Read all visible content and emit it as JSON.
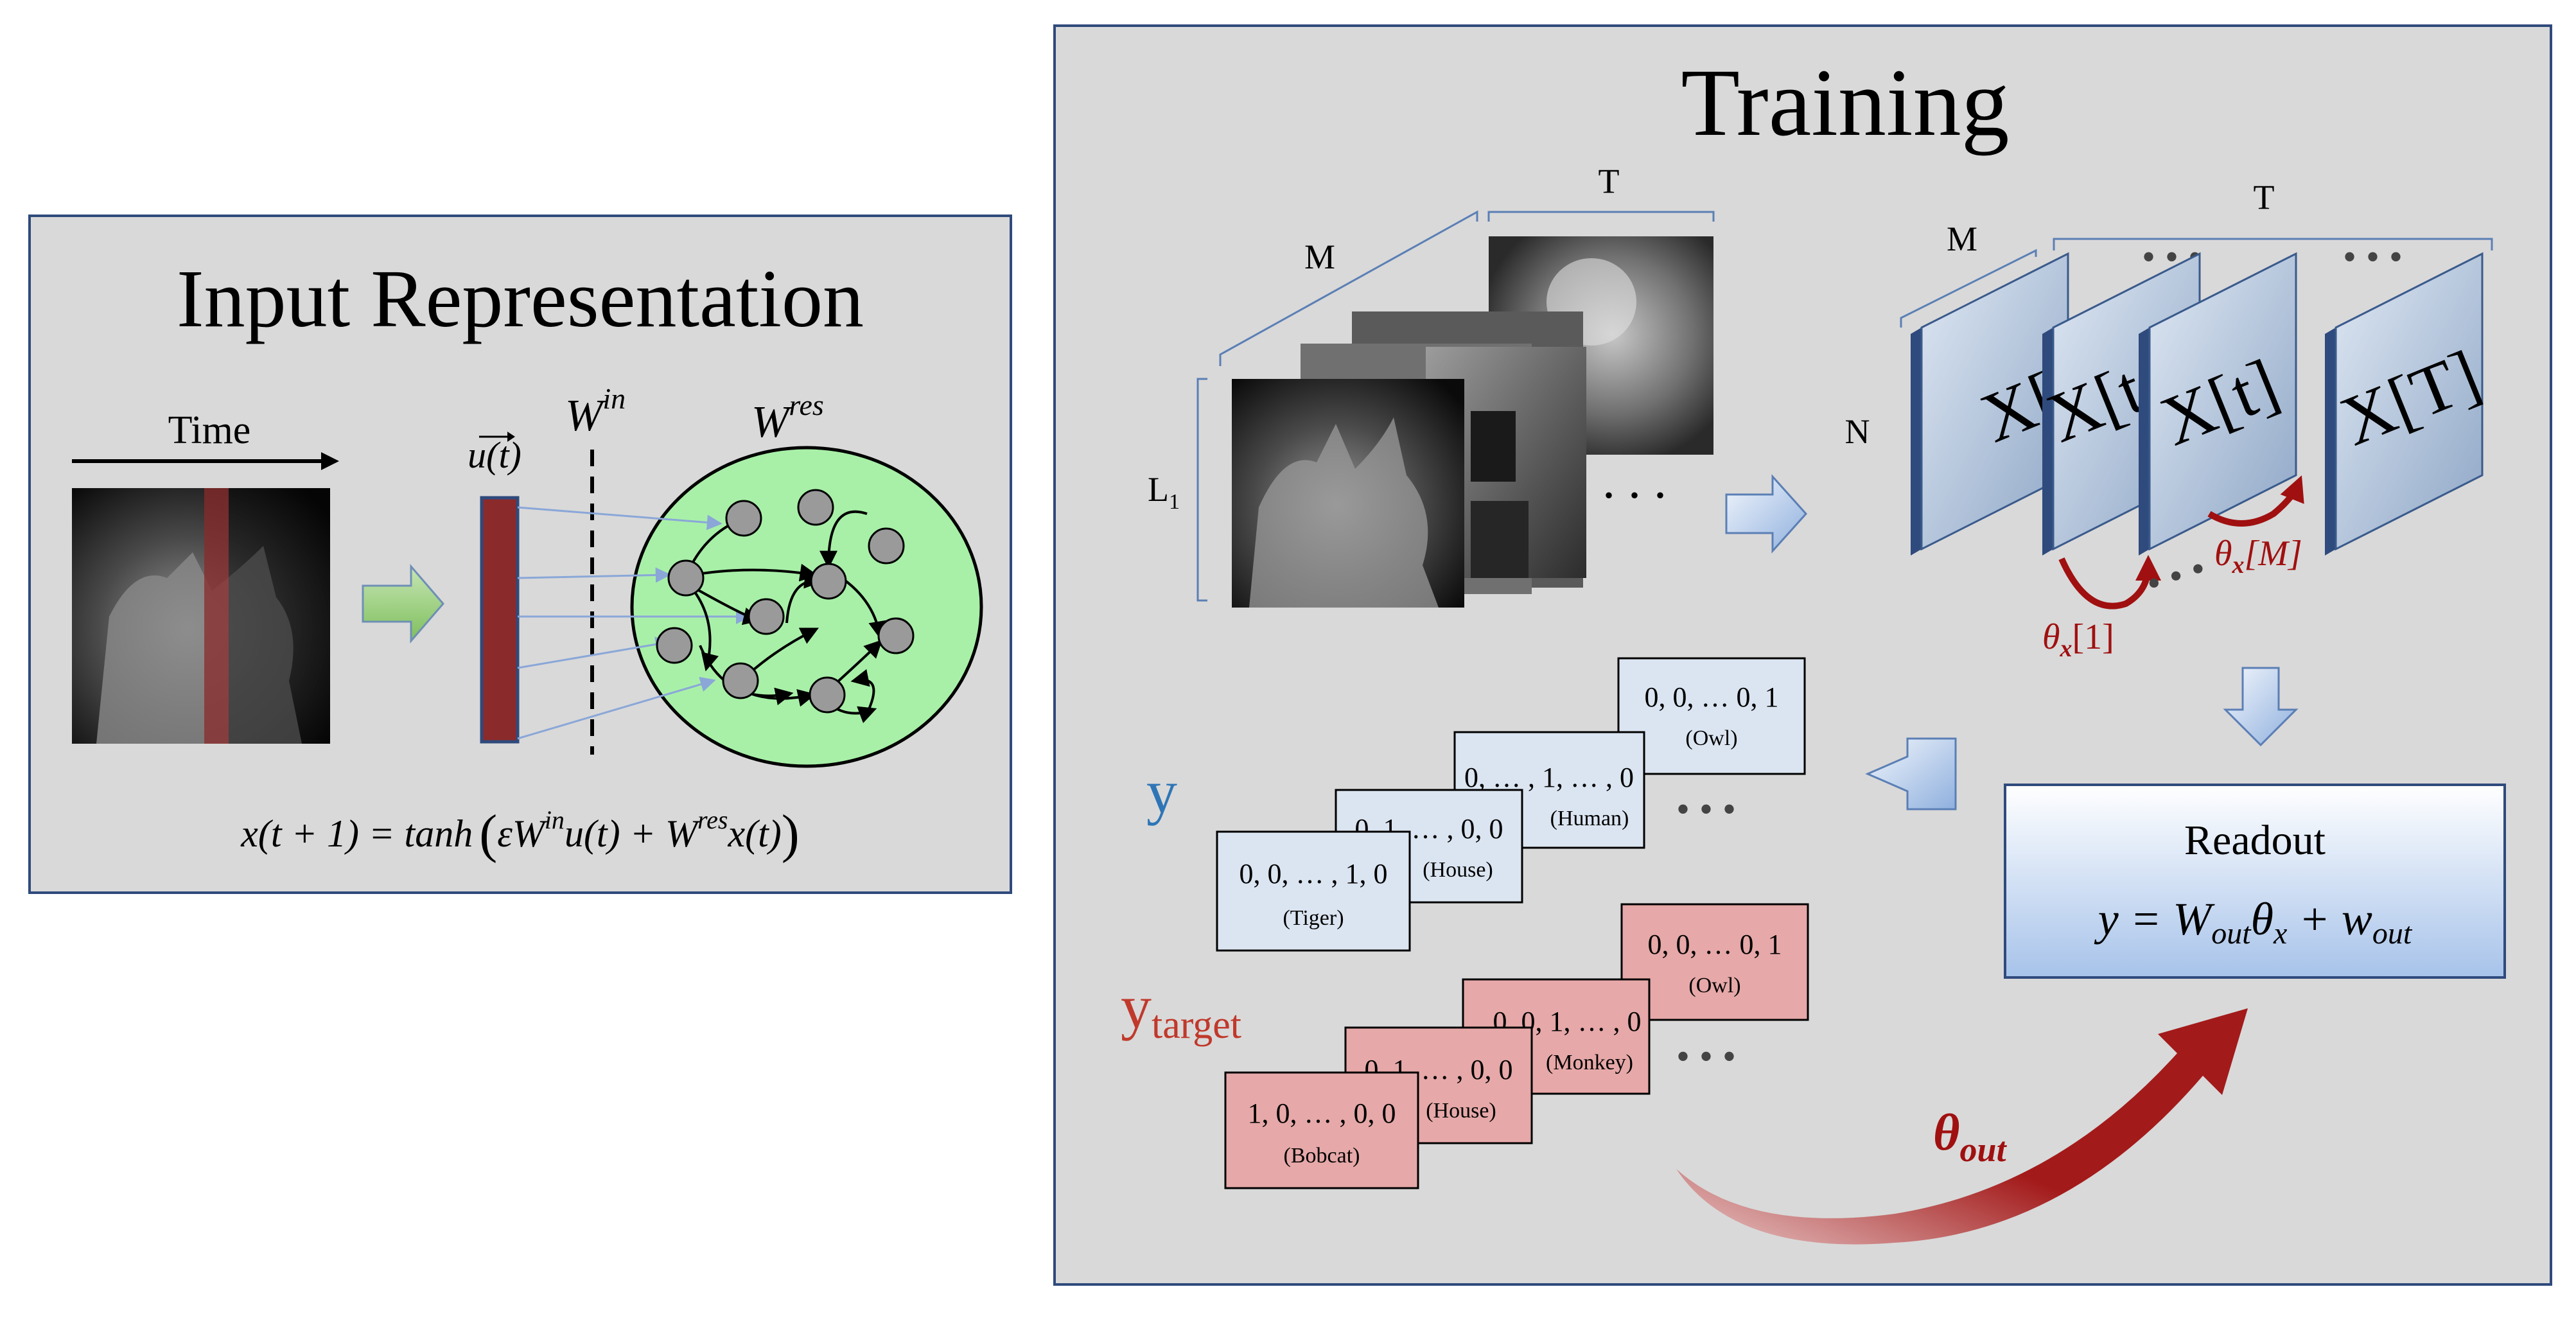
{
  "input_panel": {
    "title": "Input Representation",
    "time_label": "Time",
    "u_label": "u(t)",
    "w_in_base": "W",
    "w_in_sup": "in",
    "w_res_base": "W",
    "w_res_sup": "res",
    "equation": {
      "lhs": "x(t + 1) = tanh",
      "p_open": "(",
      "eps": "εW",
      "sup_in": "in",
      "mid": "u(t) + W",
      "sup_res": "res",
      "end": "x(t)",
      "p_close": ")"
    }
  },
  "training_panel": {
    "title": "Training",
    "dims": {
      "m1": "M",
      "t1": "T",
      "l1": "L",
      "l1_sub": "1",
      "m2": "M",
      "t2": "T",
      "n": "N"
    },
    "states": [
      {
        "label": "X[0"
      },
      {
        "label": "X[t"
      },
      {
        "label": "X[t]"
      },
      {
        "label": "X[T]"
      }
    ],
    "theta_1": {
      "base": "θ",
      "sub": "x",
      "idx": "[1]"
    },
    "theta_m": {
      "base": "θ",
      "sub": "x",
      "idx": "[M]"
    },
    "readout": {
      "title": "Readout",
      "eq_y": "y = W",
      "eq_out1": "out",
      "eq_theta": "θ",
      "eq_x": "x",
      "eq_plus": " + w",
      "eq_out2": "out"
    },
    "y_label": "y",
    "ytarget_label": "y",
    "ytarget_sub": "target",
    "theta_out": {
      "base": "θ",
      "sub": "out"
    },
    "y_cards": [
      {
        "vec": "0, 0, … , 1, 0",
        "cls": "(Tiger)"
      },
      {
        "vec": "0, 1, … , 0, 0",
        "cls": "(House)"
      },
      {
        "vec": "0, … , 1, … , 0",
        "cls": "(Human)"
      },
      {
        "vec": "0, 0, … 0, 1",
        "cls": "(Owl)"
      }
    ],
    "target_cards": [
      {
        "vec": "1, 0, … , 0, 0",
        "cls": "(Bobcat)"
      },
      {
        "vec": "0, 1, … , 0, 0",
        "cls": "(House)"
      },
      {
        "vec": "0, 0, 1, … , 0",
        "cls": "(Monkey)"
      },
      {
        "vec": "0, 0, … 0, 1",
        "cls": "(Owl)"
      }
    ]
  },
  "colors": {
    "panel_fill": "#d9d9d9",
    "panel_stroke": "#2f4a7c",
    "node_fill": "#9a9a9a",
    "reservoir_fill": "#a8f0a8",
    "input_column": "#8b2a2a",
    "state_fill": "#a9bcd6",
    "y_card": "#dbe5f1",
    "target_card": "#e6a8a8",
    "dark_red": "#a01010",
    "y_blue": "#2e75b6",
    "ytarget_red": "#c0392b",
    "arrow_green": "#8cc56b",
    "arrow_blue": "#9dbbe0"
  }
}
